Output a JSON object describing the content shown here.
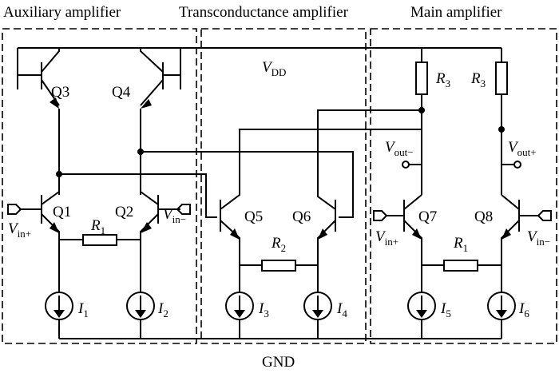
{
  "sections": {
    "auxiliary": "Auxiliary amplifier",
    "transconductance": "Transconductance amplifier",
    "main": "Main amplifier"
  },
  "ground": "GND",
  "supply": {
    "main": "V",
    "sub": "DD"
  },
  "transistors": {
    "q1": "Q1",
    "q2": "Q2",
    "q3": "Q3",
    "q4": "Q4",
    "q5": "Q5",
    "q6": "Q6",
    "q7": "Q7",
    "q8": "Q8"
  },
  "resistors": {
    "r1a": {
      "main": "R",
      "sub": "1"
    },
    "r2": {
      "main": "R",
      "sub": "2"
    },
    "r1b": {
      "main": "R",
      "sub": "1"
    },
    "r3a": {
      "main": "R",
      "sub": "3"
    },
    "r3b": {
      "main": "R",
      "sub": "3"
    }
  },
  "sources": {
    "i1": {
      "main": "I",
      "sub": "1"
    },
    "i2": {
      "main": "I",
      "sub": "2"
    },
    "i3": {
      "main": "I",
      "sub": "3"
    },
    "i4": {
      "main": "I",
      "sub": "4"
    },
    "i5": {
      "main": "I",
      "sub": "5"
    },
    "i6": {
      "main": "I",
      "sub": "6"
    }
  },
  "ports": {
    "vin_plus_a": {
      "main": "V",
      "sub": "in+"
    },
    "vin_minus_a": {
      "main": "V",
      "sub": "in−"
    },
    "vin_plus_b": {
      "main": "V",
      "sub": "in+"
    },
    "vin_minus_b": {
      "main": "V",
      "sub": "in−"
    },
    "vout_minus": {
      "main": "V",
      "sub": "out−"
    },
    "vout_plus": {
      "main": "V",
      "sub": "out+"
    }
  }
}
